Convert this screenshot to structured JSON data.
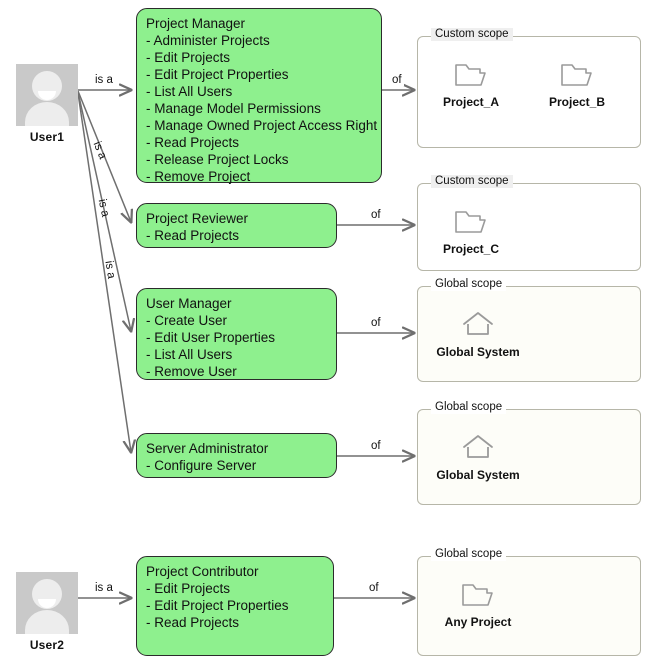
{
  "diagram": {
    "title": "Role and scope assignment diagram",
    "edge_label_is_a": "is a",
    "edge_label_of": "of",
    "colors": {
      "role_fill": "#8ef08e",
      "role_border": "#2b2b2b",
      "panel_border": "#b6b6a8",
      "global_panel_fill": "#fdfdf8",
      "legend_custom_bg": "#efefef",
      "avatar_bg": "#c9c9c9",
      "avatar_figure": "#ededed",
      "wire": "#6f6f6f",
      "icon_outline": "#9a9a9a"
    }
  },
  "users": [
    {
      "id": "user1",
      "label": "User1",
      "icon": "user-avatar-icon"
    },
    {
      "id": "user2",
      "label": "User2",
      "icon": "user-avatar-icon"
    }
  ],
  "roles": [
    {
      "id": "project-manager",
      "title": "Project Manager",
      "permissions": [
        "- Administer Projects",
        "- Edit Projects",
        "- Edit Project Properties",
        "- List All Users",
        "- Manage Model Permissions",
        "- Manage Owned Project Access Right",
        "- Read Projects",
        "- Release Project Locks",
        "- Remove Project"
      ]
    },
    {
      "id": "project-reviewer",
      "title": "Project Reviewer",
      "permissions": [
        "- Read Projects"
      ]
    },
    {
      "id": "user-manager",
      "title": "User Manager",
      "permissions": [
        "- Create User",
        "- Edit User Properties",
        "- List All Users",
        "- Remove User"
      ]
    },
    {
      "id": "server-administrator",
      "title": "Server Administrator",
      "permissions": [
        "- Configure Server"
      ]
    },
    {
      "id": "project-contributor",
      "title": "Project Contributor",
      "permissions": [
        "- Edit Projects",
        "- Edit Project Properties",
        "- Read Projects"
      ]
    }
  ],
  "scopes": [
    {
      "id": "scope-project-manager",
      "legend": "Custom scope",
      "kind": "custom",
      "items": [
        {
          "name": "Project_A",
          "icon": "folder-icon"
        },
        {
          "name": "Project_B",
          "icon": "folder-icon"
        }
      ]
    },
    {
      "id": "scope-project-reviewer",
      "legend": "Custom scope",
      "kind": "custom",
      "items": [
        {
          "name": "Project_C",
          "icon": "folder-icon"
        }
      ]
    },
    {
      "id": "scope-user-manager",
      "legend": "Global scope",
      "kind": "global",
      "items": [
        {
          "name": "Global System",
          "icon": "home-icon"
        }
      ]
    },
    {
      "id": "scope-server-administrator",
      "legend": "Global scope",
      "kind": "global",
      "items": [
        {
          "name": "Global System",
          "icon": "home-icon"
        }
      ]
    },
    {
      "id": "scope-project-contributor",
      "legend": "Global scope",
      "kind": "global",
      "items": [
        {
          "name": "Any Project",
          "icon": "folder-icon"
        }
      ]
    }
  ]
}
